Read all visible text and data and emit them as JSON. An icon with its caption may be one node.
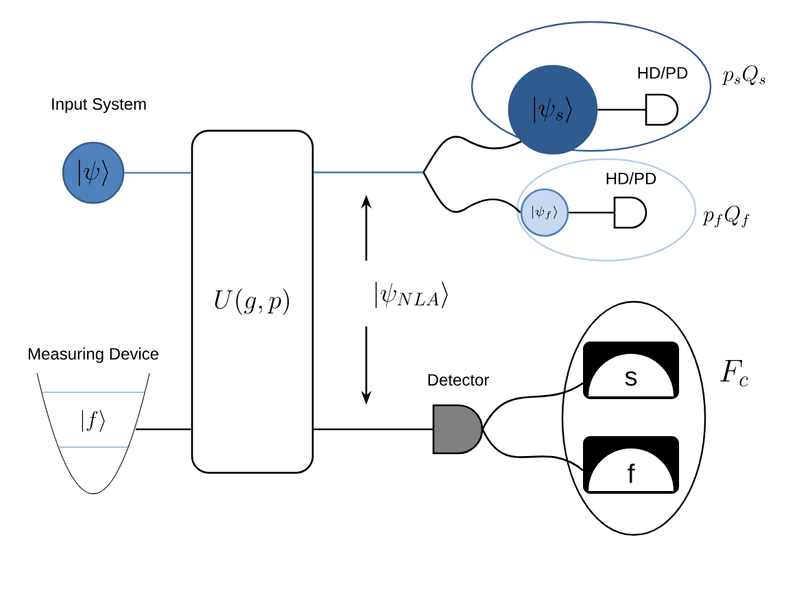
{
  "diagram": {
    "nodes": [
      {
        "text": [
          "\\left|\\psi\\right\\rangle"
        ],
        "beside": [
          "Input System"
        ]
      },
      {
        "text": [
          "U(g,p)"
        ]
      },
      {
        "text": [
          "Measuring Device",
          "\\left|f\\right\\rangle"
        ]
      },
      {
        "text": [
          "p_sQ_s"
        ]
      },
      {
        "text": [
          "\\left|\\psi_s\\right\\rangle"
        ],
        "in": 3
      },
      {
        "text": [
          "HD/PD"
        ],
        "in": 3
      },
      {
        "text": [
          "p_fQ_f"
        ]
      },
      {
        "text": [
          "\\left|\\psi_f\\right\\rangle"
        ],
        "in": 6
      },
      {
        "text": [
          "HD/PD"
        ],
        "in": 6
      },
      {
        "text": [
          "Detector"
        ]
      },
      {
        "text": [
          "F_c"
        ]
      },
      {
        "text": [
          "s"
        ],
        "in": 10
      },
      {
        "text": [
          "f"
        ],
        "in": 10
      }
    ],
    "edges": [
      {
        "from": 0,
        "to": 1,
        "arrow": "none",
        "color": "#4f81bd"
      },
      {
        "from": 1,
        "to": 4,
        "arrow": "none"
      },
      {
        "from": 1,
        "to": 7,
        "arrow": "none"
      },
      {
        "from": 2,
        "to": 1,
        "arrow": "none"
      },
      {
        "from": 1,
        "to": 9,
        "arrow": "none"
      },
      {
        "from": 9,
        "to": 11,
        "arrow": "none"
      },
      {
        "from": 9,
        "to": 12,
        "arrow": "none"
      },
      {
        "from": 4,
        "to": 5,
        "arrow": "none"
      },
      {
        "from": 7,
        "to": 8,
        "arrow": "none"
      }
    ],
    "labels": [
      "\\left|\\psi_{NLA}\\right\\rangle"
    ]
  }
}
